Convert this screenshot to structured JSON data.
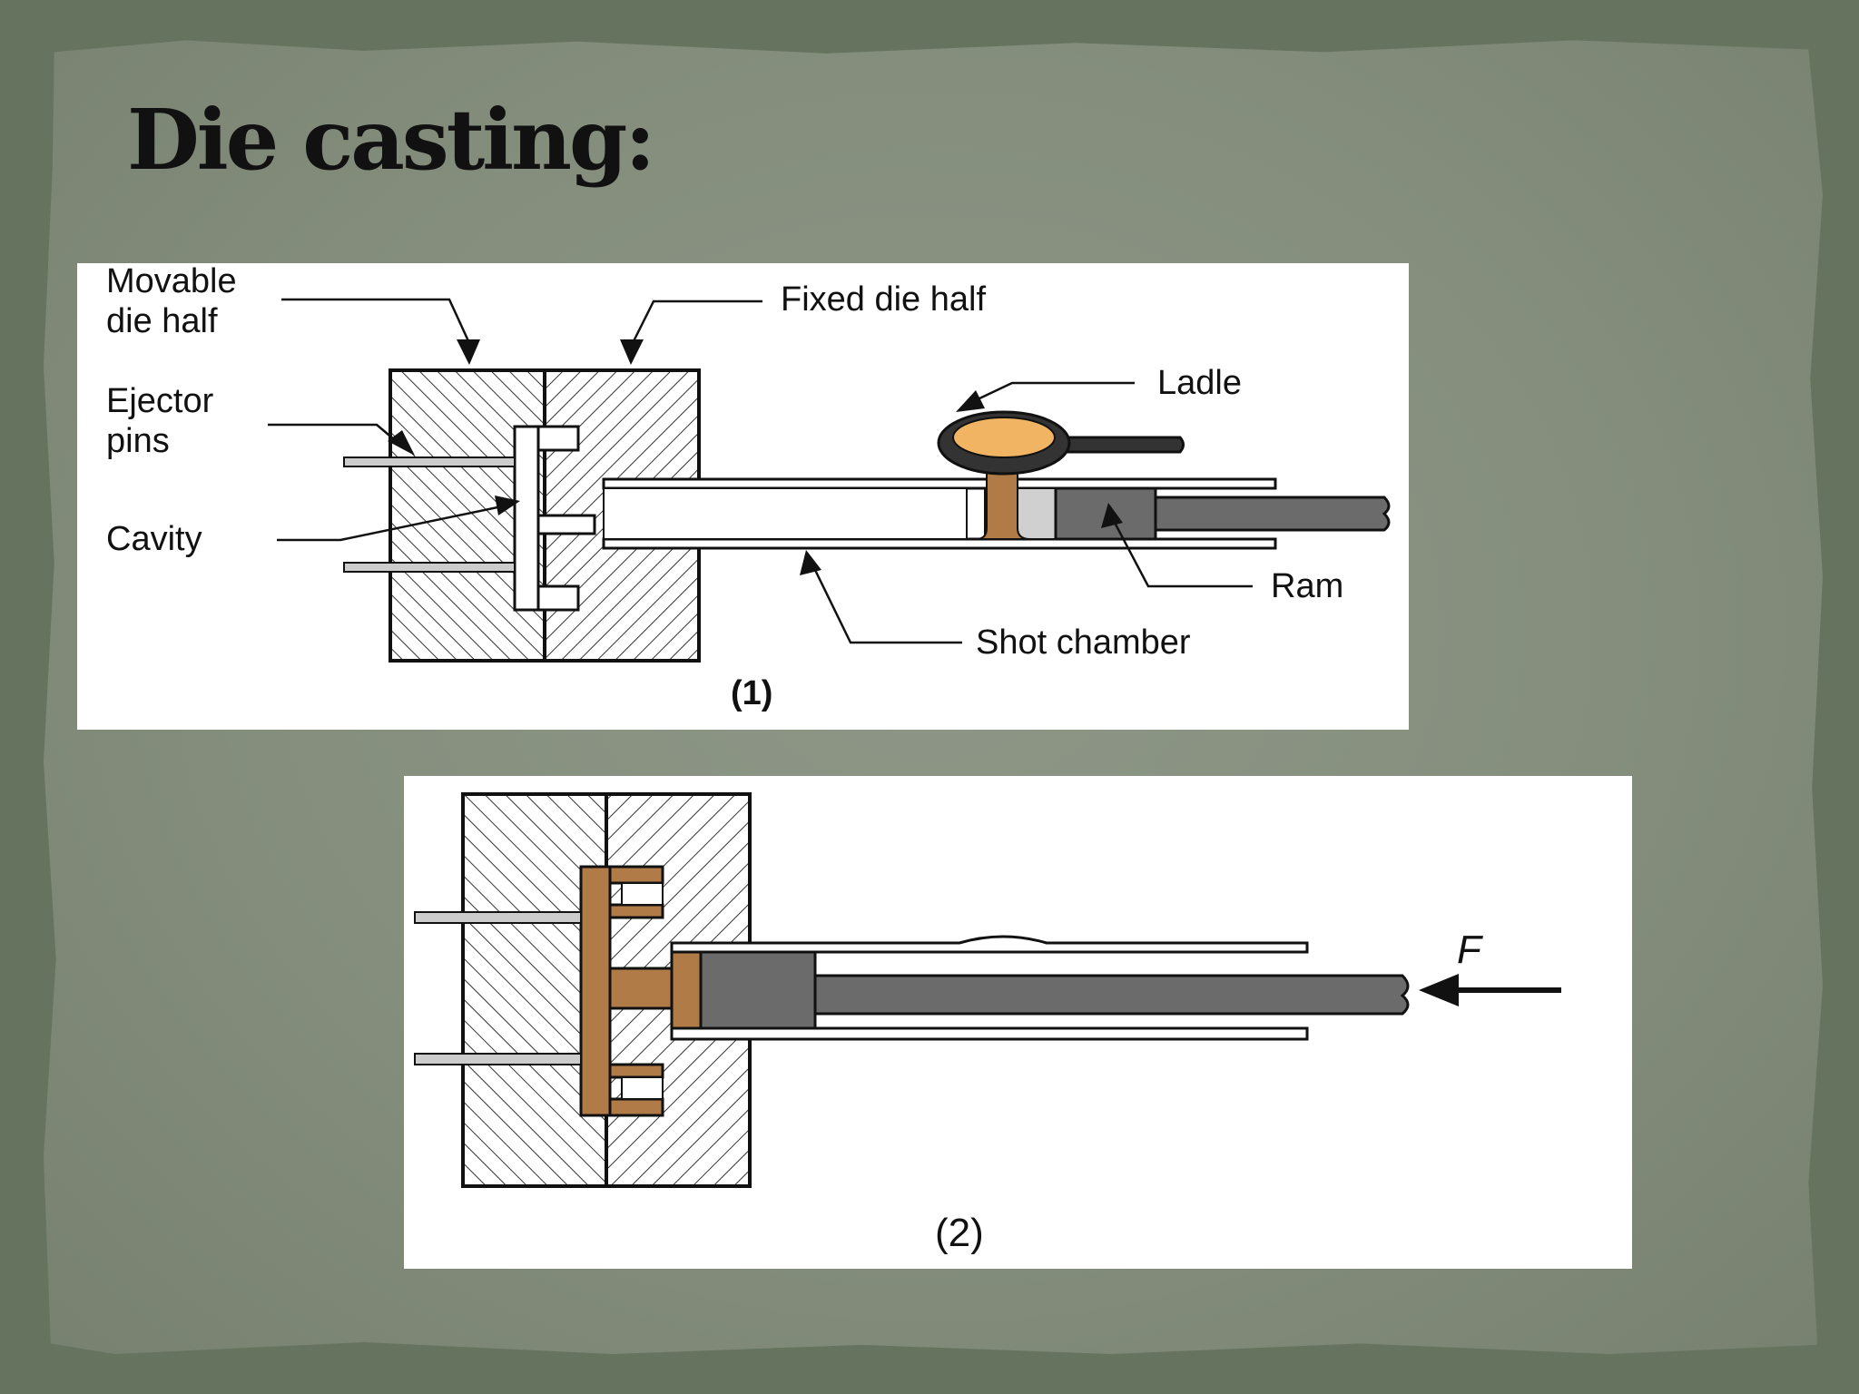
{
  "slide": {
    "title": "Die casting:"
  },
  "figure1": {
    "labels": {
      "movable_line1": "Movable",
      "movable_line2": "die half",
      "fixed": "Fixed die half",
      "ejector_line1": "Ejector",
      "ejector_line2": "pins",
      "cavity": "Cavity",
      "ladle": "Ladle",
      "ram": "Ram",
      "shot_chamber": "Shot chamber",
      "caption": "(1)"
    }
  },
  "figure2": {
    "labels": {
      "force": "F",
      "caption": "(2)"
    }
  },
  "colors": {
    "molten_metal": "#f0b462",
    "casting_metal": "#b07b47",
    "ram": "#6b6b6b",
    "slide_background": "#848d7c"
  }
}
